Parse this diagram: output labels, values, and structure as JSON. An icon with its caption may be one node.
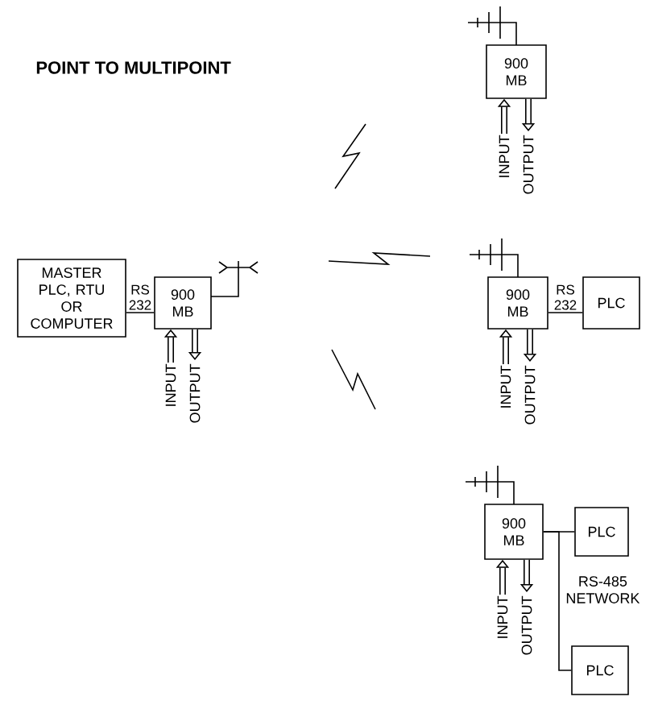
{
  "diagram": {
    "title": "POINT TO MULTIPOINT",
    "nodes": [
      {
        "text": [
          "MASTER PLC, RTU OR COMPUTER"
        ]
      },
      {
        "text": [
          "900 MB"
        ]
      },
      {
        "text": [
          "INPUT"
        ]
      },
      {
        "text": [
          "OUTPUT"
        ]
      },
      {
        "text": [
          "900 MB"
        ]
      },
      {
        "text": [
          "INPUT"
        ]
      },
      {
        "text": [
          "OUTPUT"
        ]
      },
      {
        "text": [
          "900 MB"
        ]
      },
      {
        "text": [
          "INPUT"
        ]
      },
      {
        "text": [
          "OUTPUT"
        ]
      },
      {
        "text": [
          "PLC"
        ]
      },
      {
        "text": [
          "900 MB"
        ]
      },
      {
        "text": [
          "INPUT"
        ]
      },
      {
        "text": [
          "OUTPUT"
        ]
      },
      {
        "text": [
          "PLC"
        ]
      },
      {
        "text": [
          "PLC"
        ]
      }
    ],
    "edges": [
      {
        "from": 0,
        "to": 1,
        "arrow": "none",
        "label": "RS 232"
      },
      {
        "from": 2,
        "to": 1,
        "arrow": "to"
      },
      {
        "from": 1,
        "to": 3,
        "arrow": "to"
      },
      {
        "from": 5,
        "to": 4,
        "arrow": "to"
      },
      {
        "from": 4,
        "to": 6,
        "arrow": "to"
      },
      {
        "from": 8,
        "to": 7,
        "arrow": "to"
      },
      {
        "from": 7,
        "to": 9,
        "arrow": "to"
      },
      {
        "from": 7,
        "to": 10,
        "arrow": "none",
        "label": "RS 232"
      },
      {
        "from": 12,
        "to": 11,
        "arrow": "to"
      },
      {
        "from": 11,
        "to": 13,
        "arrow": "to"
      },
      {
        "from": 11,
        "to": 14,
        "arrow": "none"
      },
      {
        "from": 11,
        "to": 15,
        "arrow": "none"
      }
    ],
    "labels": [
      "RS-485 NETWORK"
    ]
  }
}
